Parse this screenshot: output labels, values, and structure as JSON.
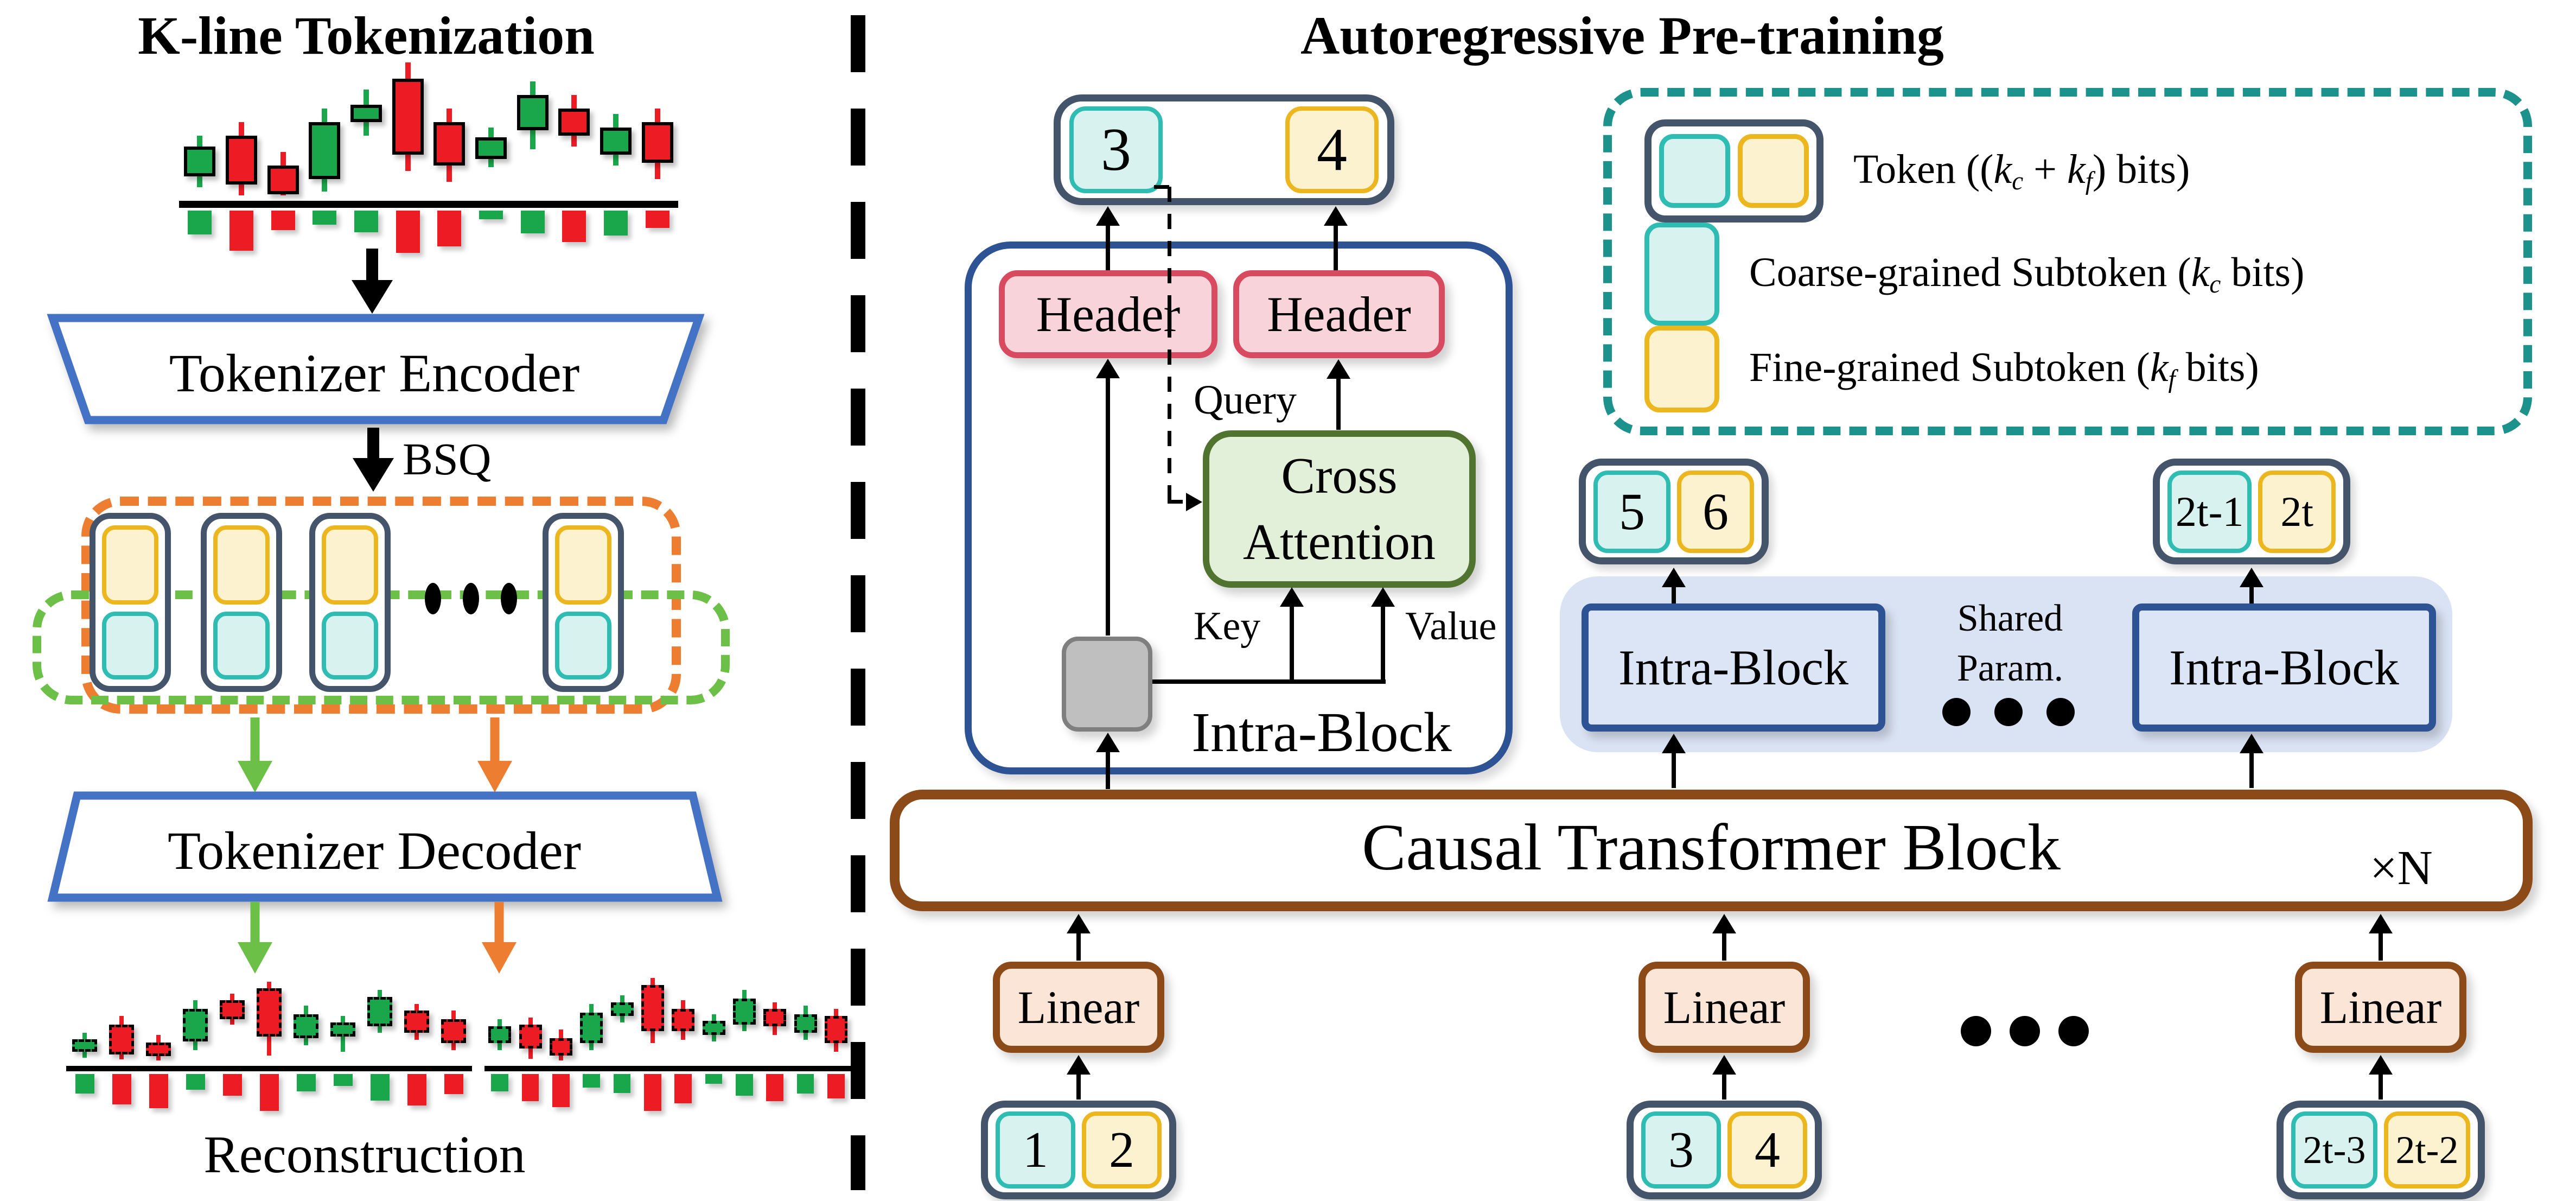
{
  "left": {
    "title": "K-line Tokenization",
    "encoder_label": "Tokenizer Encoder",
    "bsq_label": "BSQ",
    "decoder_label": "Tokenizer Decoder",
    "reconstruction_label": "Reconstruction"
  },
  "right": {
    "title": "Autoregressive Pre-training",
    "header_label": "Header",
    "cross_attention": [
      "Cross",
      "Attention"
    ],
    "query_label": "Query",
    "key_label": "Key",
    "value_label": "Value",
    "intra_block_label": "Intra-Block",
    "shared_line1": "Shared",
    "shared_line2": "Param.",
    "causal_label": "Causal Transformer Block",
    "times_n": "×N",
    "linear_label": "Linear",
    "tokens": {
      "top": [
        "3",
        "4"
      ],
      "mid_left": [
        "5",
        "6"
      ],
      "mid_right": [
        "2t-1",
        "2t"
      ],
      "bottom_1": [
        "1",
        "2"
      ],
      "bottom_2": [
        "3",
        "4"
      ],
      "bottom_3": [
        "2t-3",
        "2t-2"
      ]
    },
    "legend": {
      "rows": [
        {
          "pre": "Token ((",
          "k1": "k",
          "s1": "c",
          "mid": " + ",
          "k2": "k",
          "s2": "f",
          "post": ") bits)"
        },
        {
          "pre": "Coarse-grained Subtoken (",
          "k1": "k",
          "s1": "c",
          "post": " bits)"
        },
        {
          "pre": "Fine-grained Subtoken (",
          "k1": "k",
          "s1": "f",
          "post": " bits)"
        }
      ]
    }
  },
  "charts": {
    "main": {
      "candles": [
        {
          "c": "g",
          "wt": 56,
          "bt": 64,
          "bb": 86,
          "wb": 94
        },
        {
          "c": "r",
          "wt": 46,
          "bt": 56,
          "bb": 92,
          "wb": 100
        },
        {
          "c": "r",
          "wt": 68,
          "bt": 78,
          "bb": 99,
          "wb": 100
        },
        {
          "c": "g",
          "wt": 36,
          "bt": 46,
          "bb": 88,
          "wb": 97
        },
        {
          "c": "g",
          "wt": 22,
          "bt": 33,
          "bb": 46,
          "wb": 56
        },
        {
          "c": "r",
          "wt": 2,
          "bt": 14,
          "bb": 70,
          "wb": 82
        },
        {
          "c": "r",
          "wt": 36,
          "bt": 46,
          "bb": 78,
          "wb": 90
        },
        {
          "c": "g",
          "wt": 50,
          "bt": 57,
          "bb": 73,
          "wb": 79
        },
        {
          "c": "g",
          "wt": 16,
          "bt": 26,
          "bb": 52,
          "wb": 66
        },
        {
          "c": "r",
          "wt": 26,
          "bt": 36,
          "bb": 56,
          "wb": 64
        },
        {
          "c": "g",
          "wt": 40,
          "bt": 50,
          "bb": 70,
          "wb": 78
        },
        {
          "c": "r",
          "wt": 36,
          "bt": 46,
          "bb": 76,
          "wb": 88
        }
      ],
      "vols": [
        {
          "c": "g",
          "h": 55
        },
        {
          "c": "r",
          "h": 92
        },
        {
          "c": "r",
          "h": 45
        },
        {
          "c": "g",
          "h": 32
        },
        {
          "c": "g",
          "h": 50
        },
        {
          "c": "r",
          "h": 98
        },
        {
          "c": "r",
          "h": 82
        },
        {
          "c": "g",
          "h": 20
        },
        {
          "c": "g",
          "h": 52
        },
        {
          "c": "r",
          "h": 72
        },
        {
          "c": "g",
          "h": 58
        },
        {
          "c": "r",
          "h": 40
        }
      ]
    },
    "recon_left": {
      "candles": [
        {
          "c": "g",
          "wt": 68,
          "bt": 75,
          "bb": 90,
          "wb": 97
        },
        {
          "c": "r",
          "wt": 48,
          "bt": 58,
          "bb": 93,
          "wb": 99
        },
        {
          "c": "r",
          "wt": 70,
          "bt": 79,
          "bb": 95,
          "wb": 100
        },
        {
          "c": "g",
          "wt": 30,
          "bt": 40,
          "bb": 78,
          "wb": 88
        },
        {
          "c": "r",
          "wt": 22,
          "bt": 30,
          "bb": 52,
          "wb": 58
        },
        {
          "c": "r",
          "wt": 8,
          "bt": 16,
          "bb": 72,
          "wb": 94
        },
        {
          "c": "g",
          "wt": 36,
          "bt": 46,
          "bb": 74,
          "wb": 82
        },
        {
          "c": "g",
          "wt": 48,
          "bt": 56,
          "bb": 72,
          "wb": 90
        },
        {
          "c": "g",
          "wt": 18,
          "bt": 26,
          "bb": 60,
          "wb": 68
        },
        {
          "c": "r",
          "wt": 34,
          "bt": 42,
          "bb": 68,
          "wb": 76
        },
        {
          "c": "r",
          "wt": 42,
          "bt": 52,
          "bb": 80,
          "wb": 88
        }
      ],
      "vols": [
        {
          "c": "g",
          "h": 50
        },
        {
          "c": "r",
          "h": 78
        },
        {
          "c": "r",
          "h": 88
        },
        {
          "c": "g",
          "h": 40
        },
        {
          "c": "r",
          "h": 55
        },
        {
          "c": "r",
          "h": 95
        },
        {
          "c": "g",
          "h": 45
        },
        {
          "c": "g",
          "h": 30
        },
        {
          "c": "g",
          "h": 68
        },
        {
          "c": "r",
          "h": 80
        },
        {
          "c": "r",
          "h": 52
        }
      ]
    },
    "recon_right": {
      "candles": [
        {
          "c": "g",
          "wt": 52,
          "bt": 60,
          "bb": 80,
          "wb": 88
        },
        {
          "c": "r",
          "wt": 50,
          "bt": 58,
          "bb": 86,
          "wb": 98
        },
        {
          "c": "r",
          "wt": 64,
          "bt": 74,
          "bb": 94,
          "wb": 100
        },
        {
          "c": "g",
          "wt": 34,
          "bt": 44,
          "bb": 80,
          "wb": 88
        },
        {
          "c": "g",
          "wt": 24,
          "bt": 32,
          "bb": 48,
          "wb": 56
        },
        {
          "c": "r",
          "wt": 4,
          "bt": 12,
          "bb": 66,
          "wb": 80
        },
        {
          "c": "r",
          "wt": 30,
          "bt": 40,
          "bb": 66,
          "wb": 76
        },
        {
          "c": "g",
          "wt": 46,
          "bt": 54,
          "bb": 70,
          "wb": 78
        },
        {
          "c": "g",
          "wt": 18,
          "bt": 28,
          "bb": 58,
          "wb": 66
        },
        {
          "c": "r",
          "wt": 32,
          "bt": 40,
          "bb": 60,
          "wb": 70
        },
        {
          "c": "g",
          "wt": 36,
          "bt": 46,
          "bb": 68,
          "wb": 76
        },
        {
          "c": "r",
          "wt": 40,
          "bt": 48,
          "bb": 80,
          "wb": 90
        }
      ],
      "vols": [
        {
          "c": "g",
          "h": 45
        },
        {
          "c": "r",
          "h": 70
        },
        {
          "c": "r",
          "h": 85
        },
        {
          "c": "g",
          "h": 35
        },
        {
          "c": "g",
          "h": 48
        },
        {
          "c": "r",
          "h": 95
        },
        {
          "c": "r",
          "h": 75
        },
        {
          "c": "g",
          "h": 25
        },
        {
          "c": "g",
          "h": 55
        },
        {
          "c": "r",
          "h": 70
        },
        {
          "c": "g",
          "h": 50
        },
        {
          "c": "r",
          "h": 62
        }
      ]
    }
  },
  "colors": {
    "candle_green": "#1AA74B",
    "candle_red": "#ED1B24",
    "navy": "#44546A",
    "royal_blue": "#2E5395",
    "trapezoid_blue": "#4472C4",
    "brown": "#8B4A17",
    "orange_dash": "#ED7D31",
    "green_dash": "#6CBF47",
    "teal_dash": "#1D918C",
    "cyan_fill": "#D8F2EF",
    "cyan_border": "#2FBDB3",
    "yellow_fill": "#FDF2CF",
    "yellow_border": "#ECB61E",
    "pink_fill": "#F8D4DA",
    "pink_border": "#D84A5F",
    "green_fill": "#E2EFD9",
    "green_border": "#50742F",
    "gray_fill": "#BFBFBF",
    "linear_fill": "#FBE5D7",
    "strip_fill": "#DAE3F4",
    "intra_fill": "#DBE5F5"
  }
}
